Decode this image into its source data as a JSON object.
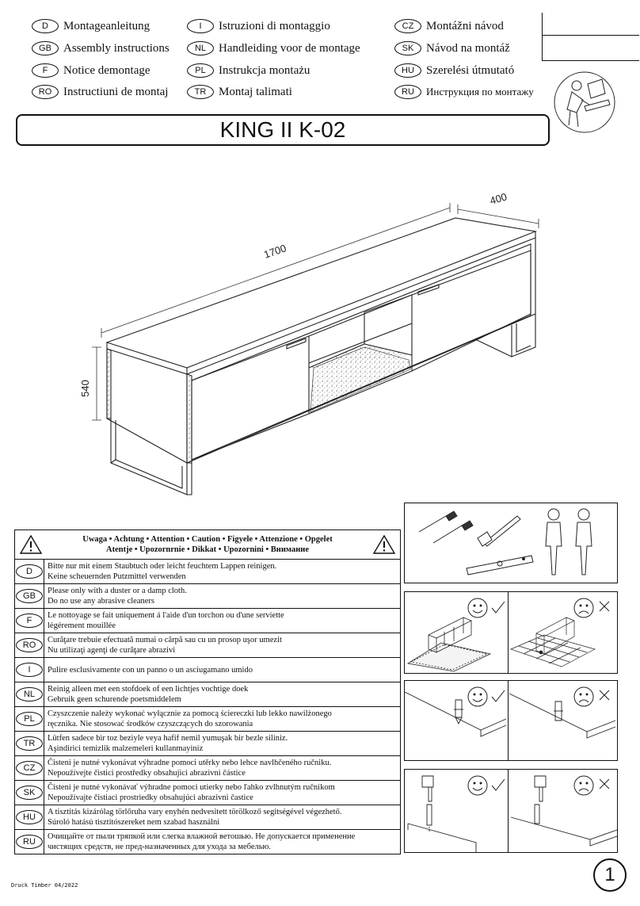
{
  "languages": [
    {
      "code": "D",
      "text": "Montageanleitung"
    },
    {
      "code": "GB",
      "text": "Assembly instructions"
    },
    {
      "code": "F",
      "text": "Notice demontage"
    },
    {
      "code": "RO",
      "text": "Instructiuni de montaj"
    },
    {
      "code": "I",
      "text": "Istruzioni di montaggio"
    },
    {
      "code": "NL",
      "text": "Handleiding voor de montage"
    },
    {
      "code": "PL",
      "text": "Instrukcja montażu"
    },
    {
      "code": "TR",
      "text": "Montaj talimati"
    },
    {
      "code": "CZ",
      "text": "Montážni návod"
    },
    {
      "code": "SK",
      "text": "Návod na montáž"
    },
    {
      "code": "HU",
      "text": "Szerelési útmutató"
    },
    {
      "code": "RU",
      "text": "Инструкция по монтажу"
    }
  ],
  "title": "KING II K-02",
  "dimensions": {
    "width": "1700",
    "depth": "400",
    "height": "540"
  },
  "care": {
    "header_line1": "Uwaga • Achtung • Attention • Caution • Figyele • Attenzione • Opgelet",
    "header_line2": "Atentje • Upozornrnie • Dikkat • Upozornini • Внимание",
    "rows": [
      {
        "code": "D",
        "line1": "Bitte nur mit einem Staubtuch oder leicht feuchtem Lappen reinigen.",
        "line2": "Keine scheuernden Putzmittel verwenden"
      },
      {
        "code": "GB",
        "line1": "Please only with a duster or a damp cloth.",
        "line2": "Do no use any abrasive cleaners"
      },
      {
        "code": "F",
        "line1": "Le nottoyage se fait uniquement á l'aide d'un torchon ou d'une serviette",
        "line2": "légérement mouillée"
      },
      {
        "code": "RO",
        "line1": "Curăţare trebuie efectuată numai o cârpă sau cu un prosop uşor umezit",
        "line2": "Nu utilizaţi agenţi de curăţare abrazivi"
      },
      {
        "code": "I",
        "line1": "Pulire esclusivamente con un panno o un asciugamano umido",
        "line2": ""
      },
      {
        "code": "NL",
        "line1": "Reinig alleen met een stofdoek of een lichtjes vochtige doek",
        "line2": "Gebruik geen schurende poetsmiddelem"
      },
      {
        "code": "PL",
        "line1": "Czyszczenie należy wykonać wyłącznie za pomocą ściereczki lub lekko nawilżonego",
        "line2": "ręcznika. Nie stosować środków czyszczących do szorowania"
      },
      {
        "code": "TR",
        "line1": "Lütfen sadece bir toz beziyle veya hafif nemil yumuşak bir bezle siliniz.",
        "line2": "Aşindirici temizlik malzemeleri kullanmayiniz"
      },
      {
        "code": "CZ",
        "line1": "Čisteni je nutné vykonávat výhradne pomoci utěrky nebo lehce navlhčeného ručniku.",
        "line2": "Nepoužívejte čistici prostředky obsahujici abrazivni částice"
      },
      {
        "code": "SK",
        "line1": "Čisteni je nutné vykonávať výhradne pomoci utierky nebo ľahko zvlhnutým ručnikom",
        "line2": "Nepoužívajte čistiaci prostriedky obsahujúci abrazivni častice"
      },
      {
        "code": "HU",
        "line1": "A tisztitás kizárólag törlőruha vary enyhén nedvesitett törölkoző segitségével végezhető.",
        "line2": "Súroló hatású tisztitószereket nem szabad használni"
      },
      {
        "code": "RU",
        "line1": "Очищайте от пыли тряпкой или слегка влажной ветошью. Не допускается применение",
        "line2": "чистящих средств, не пред-назначенных для ухода за мебелью."
      }
    ]
  },
  "footer": "Druck Timber 04/2022",
  "page_number": "1",
  "icons": [
    "warning-triangle-icon",
    "screwdriver-icon",
    "hammer-icon",
    "spirit-level-icon",
    "two-person-icon",
    "smiley-happy-icon",
    "smiley-sad-icon",
    "check-mark-icon",
    "cross-mark-icon",
    "assembler-at-computer-icon"
  ]
}
